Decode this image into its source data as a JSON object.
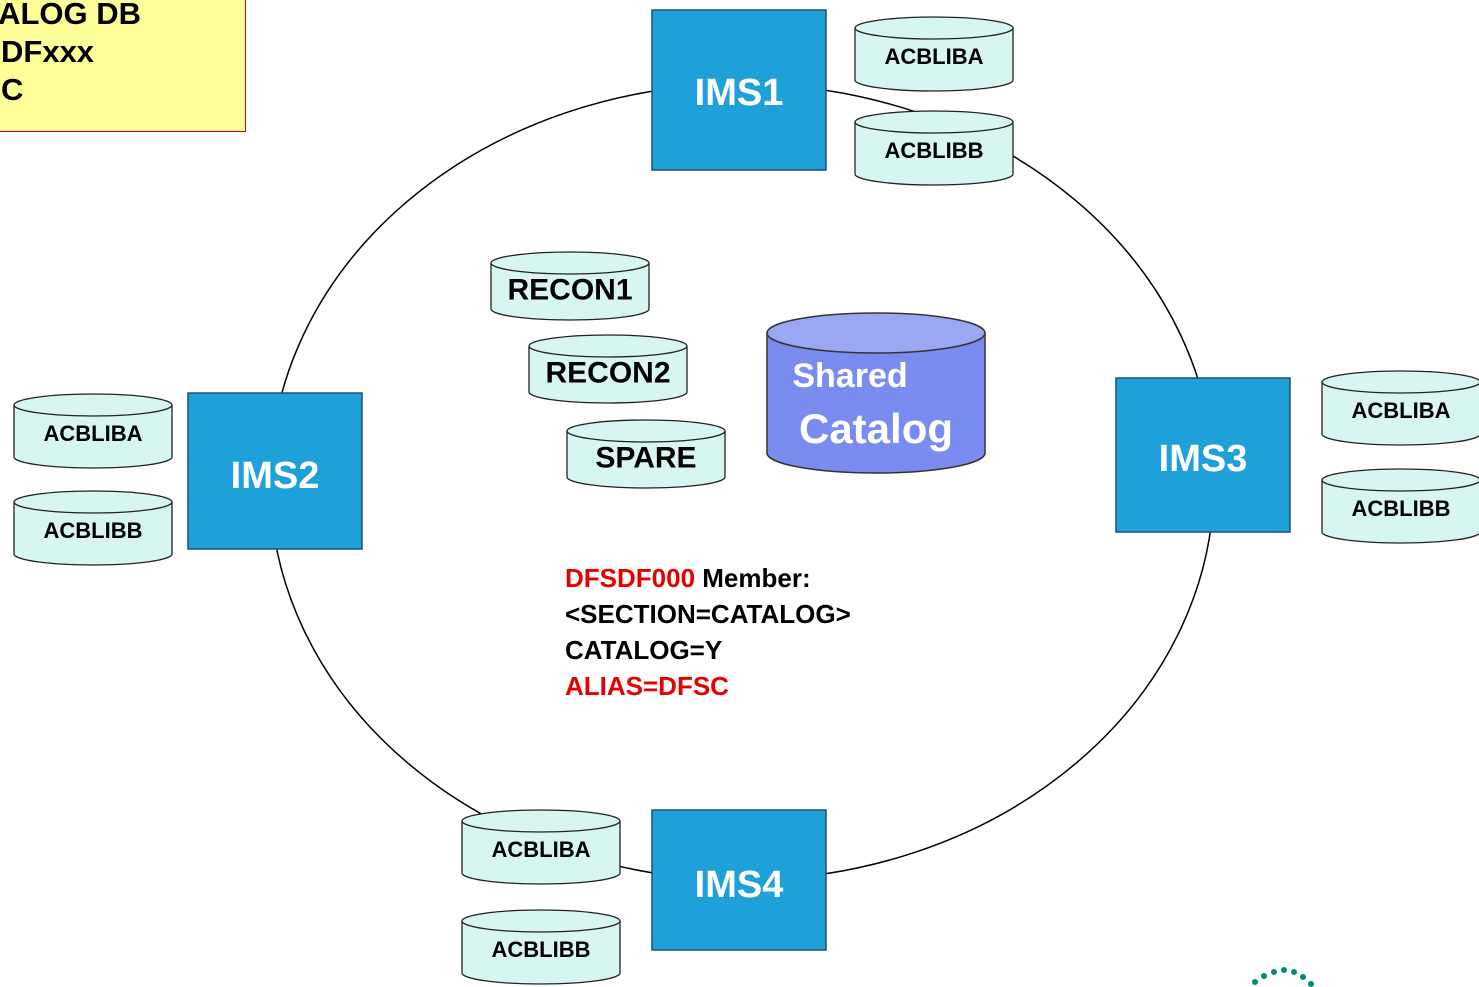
{
  "note": {
    "lines": [
      "CATALOG DB",
      "DFSDFxxx",
      "DFSC"
    ]
  },
  "ims_systems": [
    {
      "label": "IMS1",
      "libs": [
        "ACBLIBA",
        "ACBLIBB"
      ]
    },
    {
      "label": "IMS2",
      "libs": [
        "ACBLIBA",
        "ACBLIBB"
      ]
    },
    {
      "label": "IMS3",
      "libs": [
        "ACBLIBA",
        "ACBLIBB"
      ]
    },
    {
      "label": "IMS4",
      "libs": [
        "ACBLIBA",
        "ACBLIBB"
      ]
    }
  ],
  "recon": [
    "RECON1",
    "RECON2",
    "SPARE"
  ],
  "catalog": {
    "line1": "Shared",
    "line2": "Catalog"
  },
  "member": {
    "name_red": "DFSDF000",
    "name_rest": " Member:",
    "section": "<SECTION=CATALOG>",
    "catalog_flag": "CATALOG=Y",
    "alias": "ALIAS=DFSC"
  },
  "colors": {
    "ims_box": "#1ea0d8",
    "small_cylinder": "#d7f5f1",
    "catalog_cylinder": "#7b8cf0",
    "alias_red": "#e60000",
    "note_fill": "#ffff99"
  },
  "icons": [
    "ims-logo-dots-icon"
  ]
}
